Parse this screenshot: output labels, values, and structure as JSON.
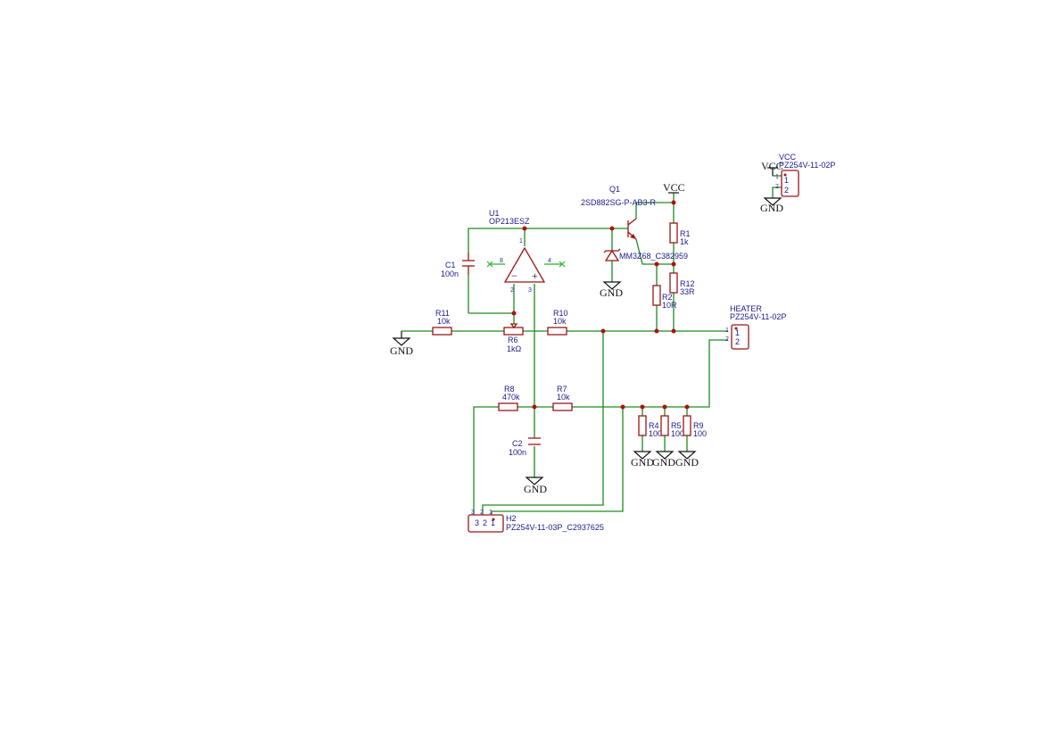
{
  "power": {
    "vcc": "VCC",
    "gnd": "GND"
  },
  "components": {
    "u1": {
      "ref": "U1",
      "value": "OP213ESZ",
      "pins": [
        "1",
        "8",
        "4",
        "2",
        "3"
      ],
      "minus": "−",
      "plus": "+"
    },
    "q1": {
      "ref": "Q1",
      "value": "2SD882SG-P-AB3-R"
    },
    "d1": {
      "value": "MM3Z68_C382959"
    },
    "c1": {
      "ref": "C1",
      "value": "100n"
    },
    "c2": {
      "ref": "C2",
      "value": "100n"
    },
    "r1": {
      "ref": "R1",
      "value": "1k"
    },
    "r2": {
      "ref": "R2",
      "value": "10R"
    },
    "r12": {
      "ref": "R12",
      "value": "33R"
    },
    "r11": {
      "ref": "R11",
      "value": "10k"
    },
    "r6": {
      "ref": "R6",
      "value": "1kΩ"
    },
    "r10": {
      "ref": "R10",
      "value": "10k"
    },
    "r8": {
      "ref": "R8",
      "value": "470k"
    },
    "r7": {
      "ref": "R7",
      "value": "10k"
    },
    "r4": {
      "ref": "R4",
      "value": "100"
    },
    "r5": {
      "ref": "R5",
      "value": "100"
    },
    "r9": {
      "ref": "R9",
      "value": "100"
    },
    "heater": {
      "ref": "HEATER",
      "value": "PZ254V-11-02P",
      "pins": [
        "1",
        "2"
      ]
    },
    "vcc_conn": {
      "ref": "VCC",
      "value": "PZ254V-11-02P",
      "pins": [
        "1",
        "2"
      ]
    },
    "h2": {
      "ref": "H2",
      "value": "PZ254V-11-03P_C2937625",
      "pins": [
        "3",
        "2",
        "1"
      ]
    }
  }
}
